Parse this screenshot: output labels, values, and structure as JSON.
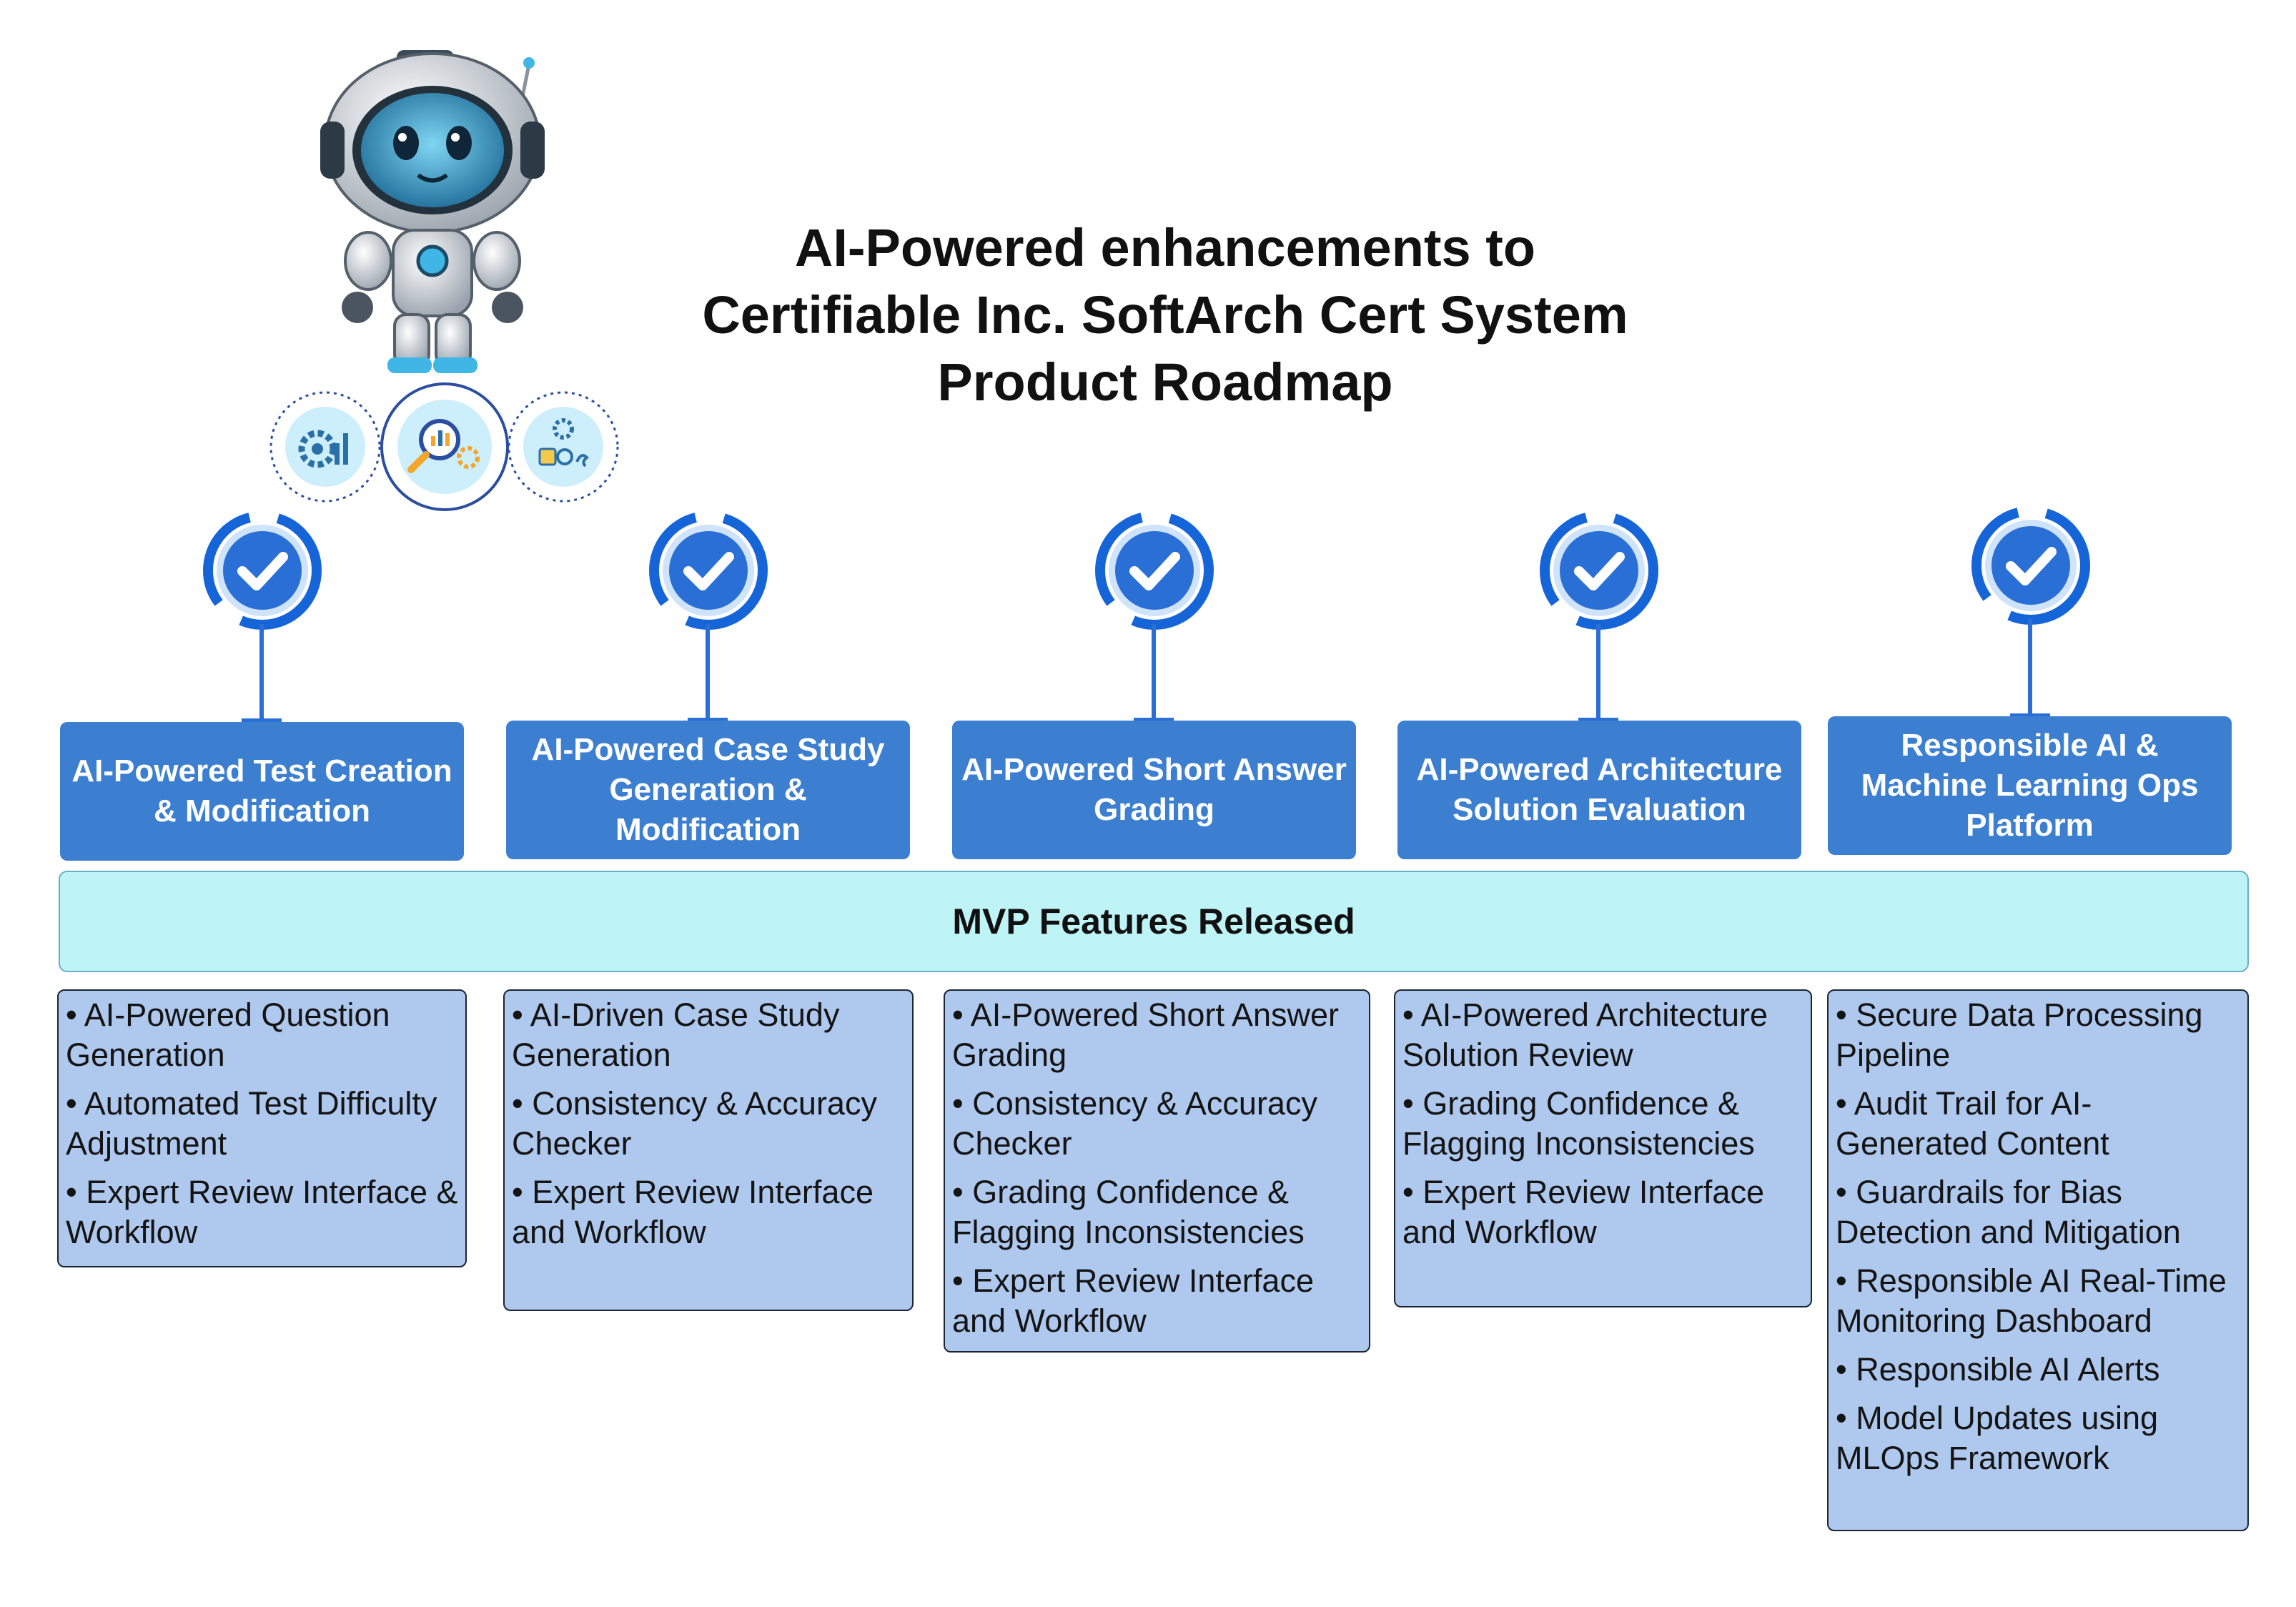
{
  "title": {
    "line1": "AI-Powered enhancements to",
    "line2": "Certifiable Inc. SoftArch Cert System",
    "line3": "Product Roadmap"
  },
  "band": {
    "label": "MVP Features Released"
  },
  "colors": {
    "header": "#3c7fd0",
    "band": "#bff4f7",
    "box": "#aec8ee",
    "accent": "#2a6fd6"
  },
  "icons": [
    "robot-mascot-icon",
    "gear-chart-icon",
    "magnifier-analytics-icon",
    "workflow-checklist-icon",
    "checkmark-badge-icon"
  ],
  "columns": [
    {
      "header": "AI-Powered Test Creation & Modification",
      "items": [
        "• AI-Powered Question Generation",
        "• Automated Test Difficulty Adjustment",
        "• Expert Review Interface & Workflow"
      ]
    },
    {
      "header": "AI-Powered Case Study Generation & Modification",
      "items": [
        "• AI-Driven Case Study Generation",
        "• Consistency & Accuracy Checker",
        "• Expert Review Interface and Workflow"
      ]
    },
    {
      "header": "AI-Powered Short Answer Grading",
      "items": [
        "• AI-Powered Short Answer Grading",
        "• Consistency & Accuracy Checker",
        "• Grading Confidence & Flagging Inconsistencies",
        "• Expert Review Interface and Workflow"
      ]
    },
    {
      "header": "AI-Powered Architecture Solution Evaluation",
      "items": [
        "• AI-Powered Architecture Solution Review",
        "• Grading Confidence & Flagging Inconsistencies",
        "• Expert Review Interface and Workflow"
      ]
    },
    {
      "header": "Responsible AI & Machine Learning Ops Platform",
      "items": [
        "• Secure Data Processing Pipeline",
        "• Audit Trail for AI-Generated Content",
        "• Guardrails for Bias Detection and Mitigation",
        "• Responsible AI Real-Time Monitoring Dashboard",
        "• Responsible AI Alerts",
        "• Model Updates using MLOps Framework"
      ]
    }
  ]
}
